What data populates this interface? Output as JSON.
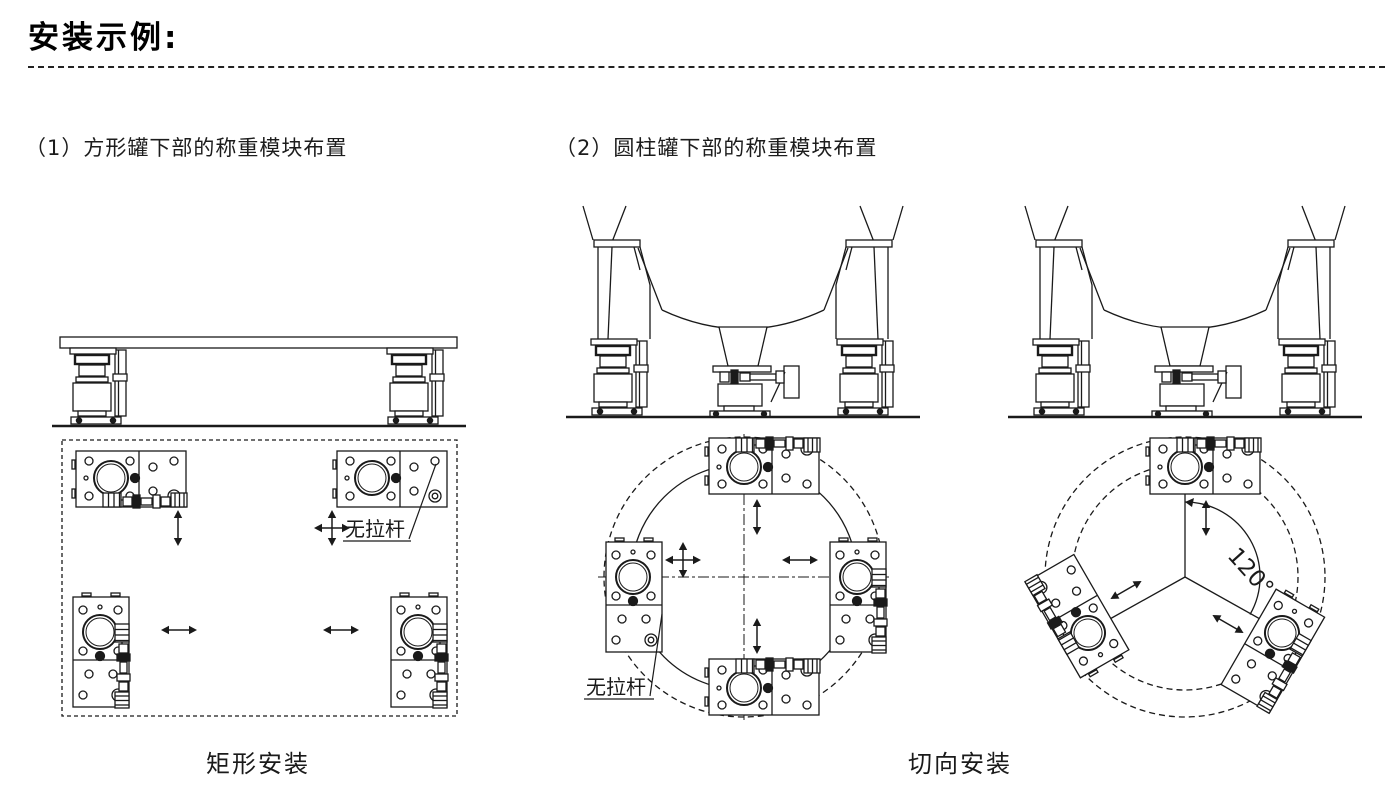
{
  "page": {
    "title": "安装示例:"
  },
  "sections": {
    "square": {
      "heading": "（1）方形罐下部的称重模块布置",
      "caption": "矩形安装"
    },
    "cylinder": {
      "heading": "（2）圆柱罐下部的称重模块布置",
      "caption": "切向安装"
    }
  },
  "labels": {
    "no_tie_rod_rect": "无拉杆",
    "no_tie_rod_circle": "无拉杆",
    "angle": "120°"
  },
  "colors": {
    "ink": "#1a1a1a",
    "background": "#ffffff"
  }
}
